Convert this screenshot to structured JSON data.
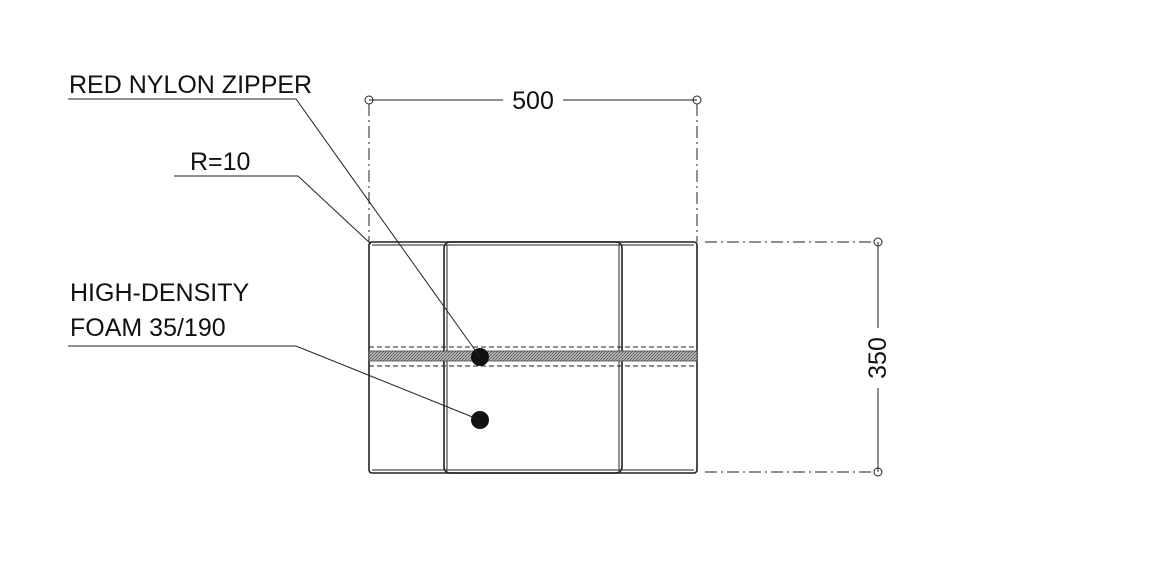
{
  "labels": {
    "zipper": "RED NYLON ZIPPER",
    "radius": "R=10",
    "foam_line1": "HIGH-DENSITY",
    "foam_line2": "FOAM 35/190"
  },
  "dimensions": {
    "width": "500",
    "height": "350"
  },
  "colors": {
    "line": "#222222",
    "text": "#111111",
    "zipper_fill": "#8a8a8a"
  }
}
